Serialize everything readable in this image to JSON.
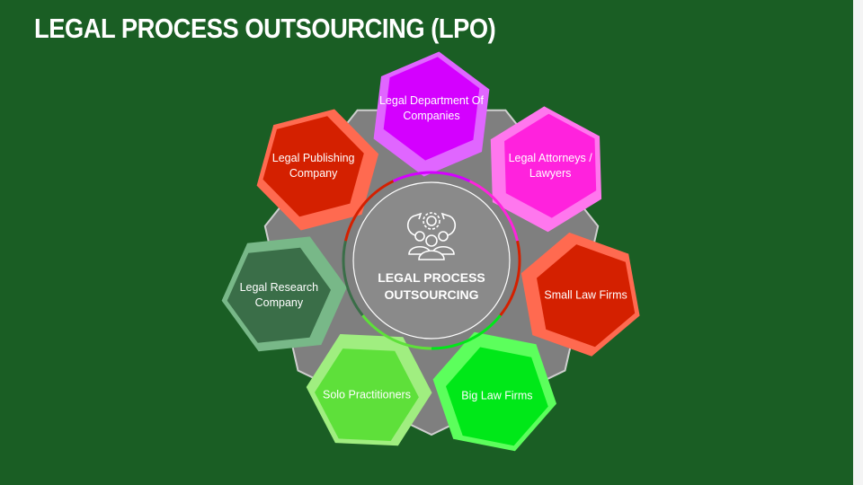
{
  "title": "LEGAL PROCESS OUTSOURCING (LPO)",
  "center": {
    "line1": "LEGAL PROCESS",
    "line2": "OUTSOURCING",
    "icon": "team-gear-icon"
  },
  "colors": {
    "background": "#1a5e24",
    "hub": "#7f7f7f",
    "center": "#8a8a8a"
  },
  "segments": [
    {
      "name": "legal-department-of-companies",
      "label": "Legal Department Of Companies",
      "inner": "#d400ff",
      "outer": "#e066ff"
    },
    {
      "name": "legal-attorneys-lawyers",
      "label": "Legal Attorneys / Lawyers",
      "inner": "#ff22dd",
      "outer": "#ff77ee"
    },
    {
      "name": "small-law-firms",
      "label": "Small Law Firms",
      "inner": "#d42000",
      "outer": "#ff6a50"
    },
    {
      "name": "big-law-firms",
      "label": "Big Law Firms",
      "inner": "#00e818",
      "outer": "#5cff5c"
    },
    {
      "name": "solo-practitioners",
      "label": "Solo Practitioners",
      "inner": "#5ee03a",
      "outer": "#a0ee80"
    },
    {
      "name": "legal-research-company",
      "label": "Legal Research Company",
      "inner": "#3a6e48",
      "outer": "#78b888"
    },
    {
      "name": "legal-publishing-company",
      "label": "Legal Publishing Company",
      "inner": "#d42000",
      "outer": "#ff6a50"
    }
  ]
}
